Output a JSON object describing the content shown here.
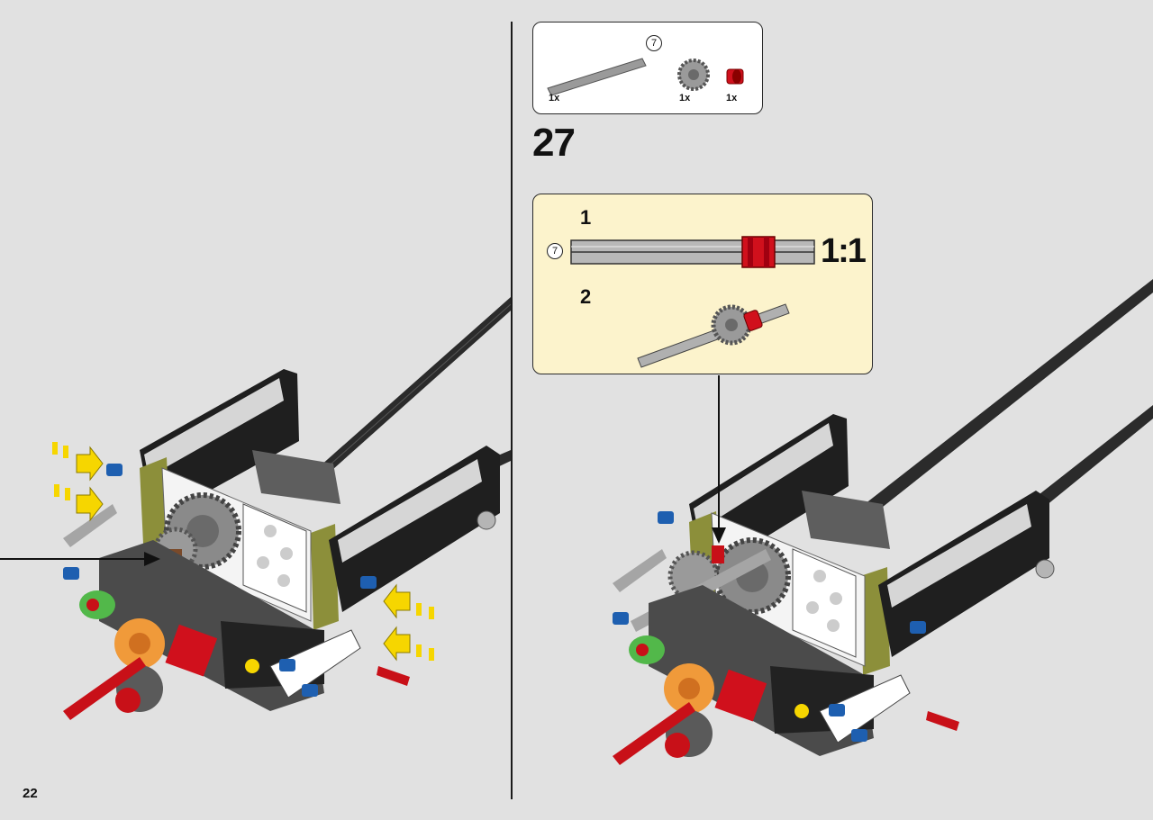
{
  "page": {
    "number": "22"
  },
  "step": {
    "number": "27",
    "parts": [
      {
        "name": "axle",
        "qty": "1x",
        "badge": "7",
        "color": "#9a9a9a"
      },
      {
        "name": "gear",
        "qty": "1x",
        "color": "#9a9a9a"
      },
      {
        "name": "bush",
        "qty": "1x",
        "color": "#d0101c"
      }
    ],
    "substeps": [
      {
        "label": "1",
        "badge": "7",
        "scale": "1:1"
      },
      {
        "label": "2"
      }
    ]
  },
  "colors": {
    "background": "#e1e1e1",
    "callout": "#fcf3cc",
    "arrow_yellow": "#f6d600"
  }
}
